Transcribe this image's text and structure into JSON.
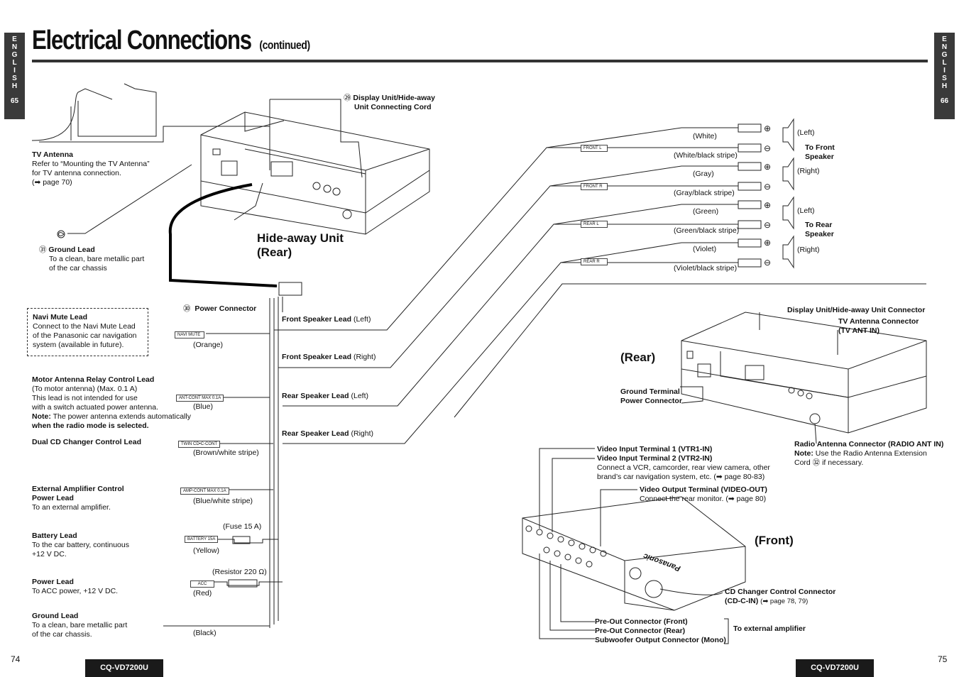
{
  "header": {
    "title": "Electrical Connections",
    "subtitle": "(continued)",
    "left_tab": {
      "letters": [
        "E",
        "N",
        "G",
        "L",
        "I",
        "S",
        "H"
      ],
      "page": "65"
    },
    "right_tab": {
      "letters": [
        "E",
        "N",
        "G",
        "L",
        "I",
        "S",
        "H"
      ],
      "page": "66"
    }
  },
  "left": {
    "display_cord": {
      "num": "㉙",
      "line1": "Display Unit/Hide-away",
      "line2": "Unit Connecting Cord"
    },
    "tv_antenna": {
      "title": "TV Antenna",
      "l1": "Refer to “Mounting the TV Antenna”",
      "l2": "for TV antenna connection.",
      "l3": "(➡ page 70)"
    },
    "ground_lead_top": {
      "num": "㉛",
      "title": "Ground Lead",
      "l1": "To a clean, bare metallic part",
      "l2": "of the car chassis"
    },
    "hideaway_label": {
      "l1": "Hide-away Unit",
      "l2": "(Rear)"
    },
    "power_connector": {
      "num": "㉚",
      "title": "Power Connector"
    },
    "navi_mute": {
      "title": "Navi Mute Lead",
      "l1": "Connect to the Navi Mute Lead",
      "l2": "of the Panasonic car navigation",
      "l3": "system (available in future).",
      "tag": "NAVI MUTE",
      "color": "(Orange)"
    },
    "motor_antenna": {
      "title": "Motor Antenna Relay Control Lead",
      "l1": "(To motor antenna) (Max. 0.1 A)",
      "l2": "This lead is not intended for use",
      "l3": "with a switch actuated power antenna.",
      "note_label": "Note:",
      "note": "The power antenna extends automatically",
      "note2": "when the radio mode is selected.",
      "tag": "ANT-CONT MAX 0.1A",
      "color": "(Blue)"
    },
    "dual_cd": {
      "title": "Dual CD Changer Control Lead",
      "tag": "TWIN CD•C-CONT",
      "color": "(Brown/white stripe)"
    },
    "ext_amp": {
      "title": "External Amplifier Control",
      "title2": "Power Lead",
      "l1": "To an external amplifier.",
      "tag": "AMP-CONT MAX 0.1A",
      "color": "(Blue/white stripe)"
    },
    "battery": {
      "title": "Battery Lead",
      "l1": "To the car battery, continuous",
      "l2": "+12 V DC.",
      "tag": "BATTERY 15A",
      "color": "(Yellow)",
      "fuse": "(Fuse 15 A)"
    },
    "power_lead": {
      "title": "Power Lead",
      "l1": "To ACC power, +12 V DC.",
      "tag": "ACC",
      "color": "(Red)",
      "resistor": "(Resistor 220 Ω)"
    },
    "ground_lead": {
      "title": "Ground Lead",
      "l1": "To a clean, bare metallic part",
      "l2": "of the car chassis.",
      "color": "(Black)"
    },
    "speaker_leads": [
      {
        "title": "Front Speaker Lead",
        "side": "(Left)"
      },
      {
        "title": "Front Speaker Lead",
        "side": "(Right)"
      },
      {
        "title": "Rear Speaker Lead",
        "side": "(Left)"
      },
      {
        "title": "Rear Speaker Lead",
        "side": "(Right)"
      }
    ],
    "page_number": "74",
    "model": "CQ-VD7200U"
  },
  "right": {
    "speaker_tags": [
      "FRONT L",
      "FRONT R",
      "REAR L",
      "REAR R"
    ],
    "wire_colors": [
      "(White)",
      "(White/black stripe)",
      "(Gray)",
      "(Gray/black stripe)",
      "(Green)",
      "(Green/black stripe)",
      "(Violet)",
      "(Violet/black stripe)"
    ],
    "plus": "⊕",
    "minus": "⊖",
    "speaker_sides": [
      "(Left)",
      "(Right)",
      "(Left)",
      "(Right)"
    ],
    "to_front": {
      "l1": "To Front",
      "l2": "Speaker"
    },
    "to_rear": {
      "l1": "To Rear",
      "l2": "Speaker"
    },
    "display_connector": "Display Unit/Hide-away Unit Connector",
    "tv_ant": {
      "l1": "TV Antenna Connector",
      "l2": "(TV ANT IN)"
    },
    "rear_label": "(Rear)",
    "ground_terminal": "Ground Terminal",
    "power_connector": "Power Connector",
    "radio_ant": {
      "title": "Radio Antenna Connector (RADIO ANT IN)",
      "note_label": "Note:",
      "note": "Use the Radio Antenna Extension",
      "note2": "Cord ㉜  if necessary."
    },
    "video_in": {
      "l1": "Video Input Terminal 1 (VTR1-IN)",
      "l2": "Video Input Terminal 2 (VTR2-IN)",
      "l3": "Connect a VCR, camcorder, rear view camera, other",
      "l4": "brand’s car navigation system, etc. (➡ page 80-83)"
    },
    "video_out": {
      "l1": "Video Output Terminal (VIDEO-OUT)",
      "l2": "Connect the rear monitor. (➡ page 80)"
    },
    "front_label": "(Front)",
    "cd_changer": {
      "l1": "CD Changer Control Connector",
      "l2": "(CD-C-IN)",
      "l2b": "(➡ page 78, 79)"
    },
    "pre_out": [
      "Pre-Out Connector (Front)",
      "Pre-Out Connector (Rear)",
      "Subwoofer Output Connector (Mono)"
    ],
    "to_ext_amp": "To external amplifier",
    "brand": "Panasonic",
    "page_number": "75",
    "model": "CQ-VD7200U"
  }
}
